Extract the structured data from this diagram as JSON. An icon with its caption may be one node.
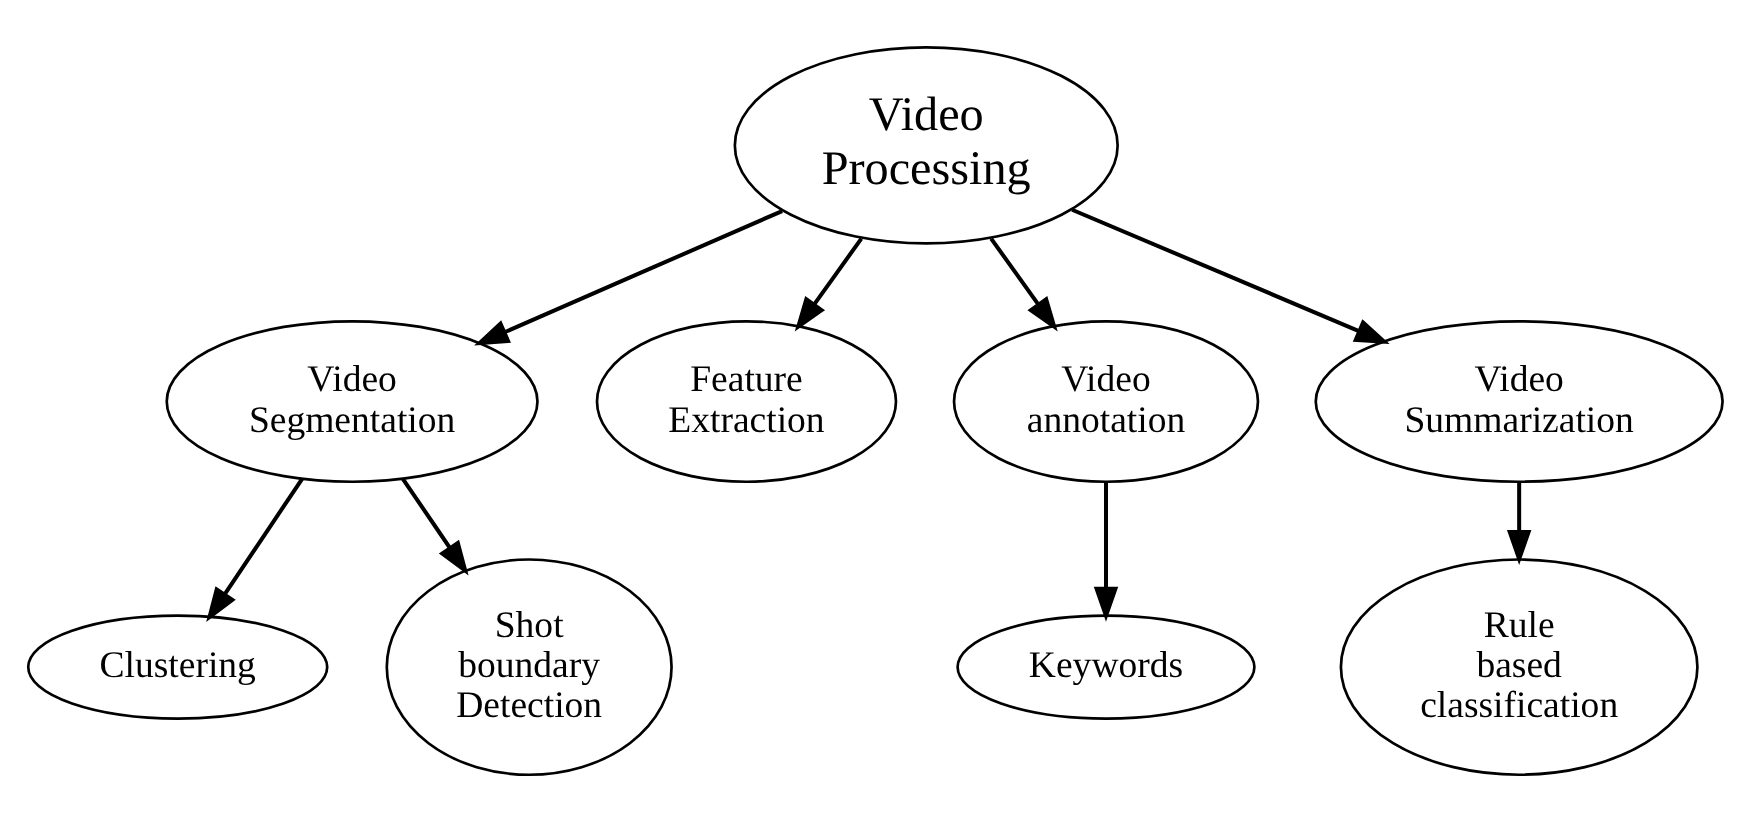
{
  "diagram": {
    "nodes": [
      {
        "text": [
          "Video Processing"
        ]
      },
      {
        "text": [
          "Video Segmentation"
        ]
      },
      {
        "text": [
          "Feature Extraction"
        ]
      },
      {
        "text": [
          "Video annotation"
        ]
      },
      {
        "text": [
          "Video Summarization"
        ]
      },
      {
        "text": [
          "Clustering"
        ]
      },
      {
        "text": [
          "Shot boundary Detection"
        ]
      },
      {
        "text": [
          "Keywords"
        ]
      },
      {
        "text": [
          "Rule based classification"
        ]
      }
    ],
    "edges": [
      {
        "from": 0,
        "to": 1,
        "arrow": "to"
      },
      {
        "from": 0,
        "to": 2,
        "arrow": "to"
      },
      {
        "from": 0,
        "to": 3,
        "arrow": "to"
      },
      {
        "from": 0,
        "to": 4,
        "arrow": "to"
      },
      {
        "from": 1,
        "to": 5,
        "arrow": "to"
      },
      {
        "from": 1,
        "to": 6,
        "arrow": "to"
      },
      {
        "from": 3,
        "to": 7,
        "arrow": "to"
      },
      {
        "from": 4,
        "to": 8,
        "arrow": "to"
      }
    ]
  }
}
